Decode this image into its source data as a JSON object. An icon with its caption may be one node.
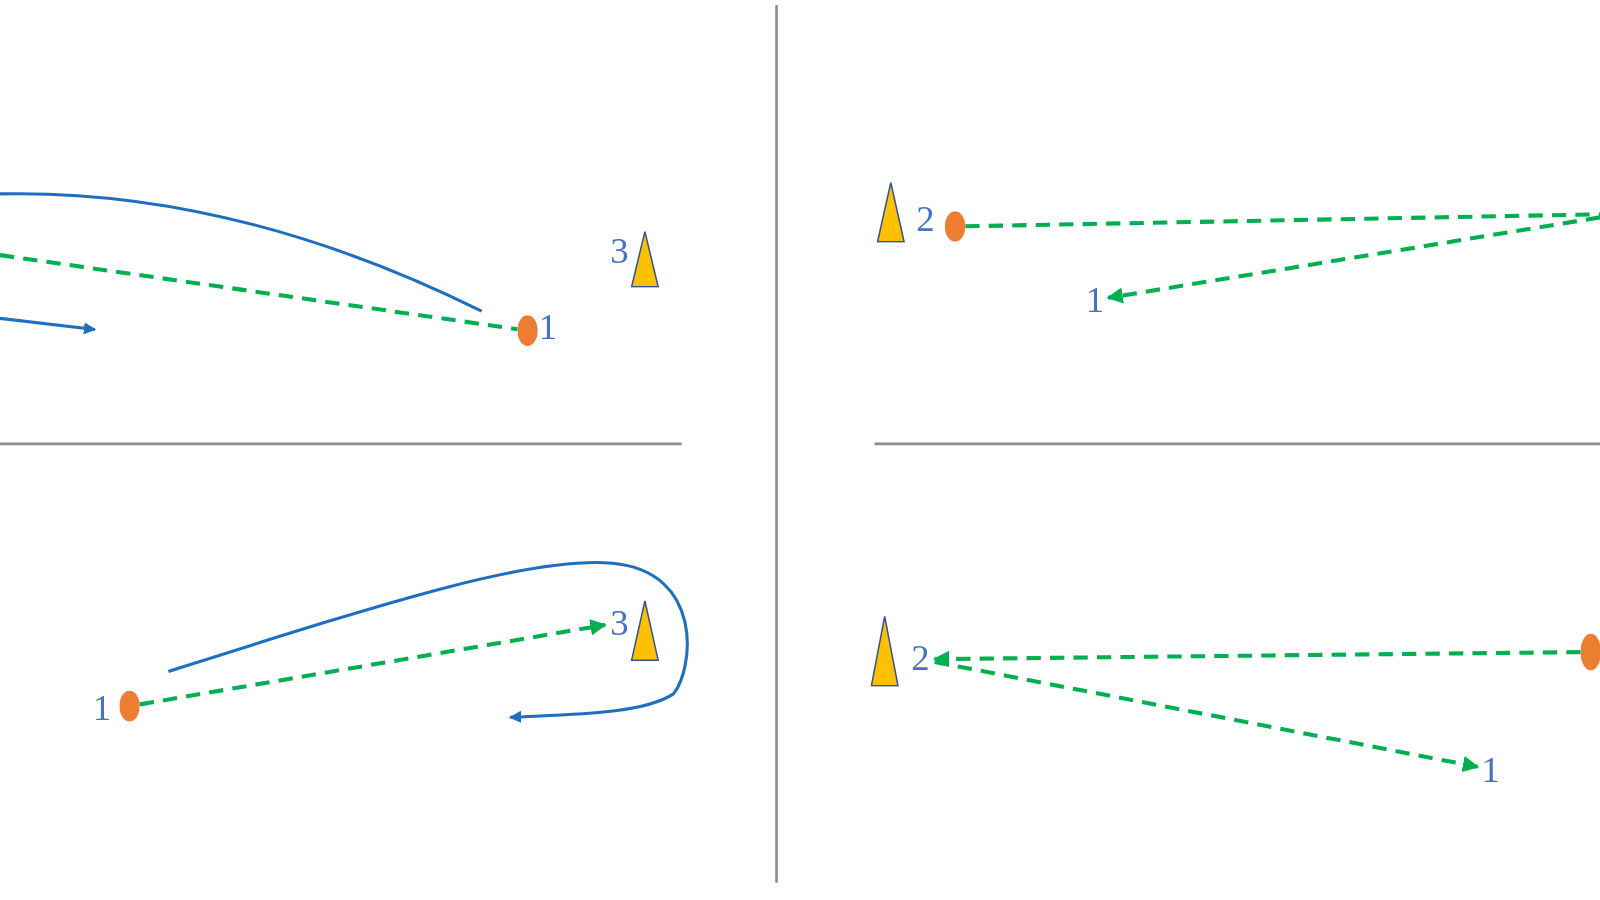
{
  "diagram": {
    "nodes": [
      {
        "text": [
          "3"
        ]
      },
      {
        "text": [],
        "shape": "triangle"
      },
      {
        "text": [],
        "shape": "circle"
      },
      {
        "text": [
          "1"
        ]
      },
      {
        "text": [],
        "shape": "triangle"
      },
      {
        "text": [
          "2"
        ]
      },
      {
        "text": [],
        "shape": "circle"
      },
      {
        "text": [
          "1"
        ]
      },
      {
        "text": [
          "1"
        ]
      },
      {
        "text": [],
        "shape": "circle"
      },
      {
        "text": [
          "3"
        ]
      },
      {
        "text": [],
        "shape": "triangle"
      },
      {
        "text": [],
        "shape": "triangle"
      },
      {
        "text": [
          "2"
        ]
      },
      {
        "text": [],
        "shape": "circle"
      },
      {
        "text": [
          "1"
        ]
      }
    ],
    "edges": [
      {
        "from": null,
        "to": 2,
        "arrow": "none",
        "style": "dashed"
      },
      {
        "from": 6,
        "to": null,
        "arrow": "none",
        "style": "dashed"
      },
      {
        "from": null,
        "to": 7,
        "arrow": "to",
        "style": "dashed"
      },
      {
        "from": 9,
        "to": 10,
        "arrow": "to",
        "style": "dashed"
      },
      {
        "from": 14,
        "to": 13,
        "arrow": "to",
        "style": "dashed"
      },
      {
        "from": 13,
        "to": 15,
        "arrow": "to",
        "style": "dashed"
      }
    ]
  }
}
